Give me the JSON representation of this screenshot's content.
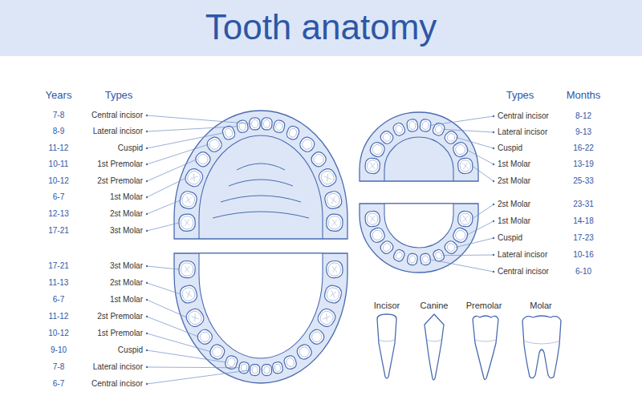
{
  "diagram": {
    "title": "Tooth anatomy",
    "labels": [
      "Years",
      "Types",
      "7-8",
      "Central incisor",
      "8-9",
      "Lateral incisor",
      "11-12",
      "Cuspid",
      "10-11",
      "1st Premolar",
      "10-12",
      "2st Premolar",
      "6-7",
      "1st Molar",
      "12-13",
      "2st Molar",
      "17-21",
      "3st Molar",
      "17-21",
      "3st Molar",
      "11-13",
      "2st Molar",
      "6-7",
      "1st Molar",
      "11-12",
      "2st Premolar",
      "10-12",
      "1st Premolar",
      "9-10",
      "Cuspid",
      "7-8",
      "Lateral incisor",
      "6-7",
      "Central incisor",
      "Types",
      "Months",
      "Central incisor",
      "8-12",
      "Lateral incisor",
      "9-13",
      "Cuspid",
      "16-22",
      "1st Molar",
      "13-19",
      "2st Molar",
      "25-33",
      "2st Molar",
      "23-31",
      "1st Molar",
      "14-18",
      "Cuspid",
      "17-23",
      "Lateral incisor",
      "10-16",
      "Central incisor",
      "6-10",
      "Incisor",
      "Canine",
      "Premolar",
      "Molar"
    ]
  }
}
